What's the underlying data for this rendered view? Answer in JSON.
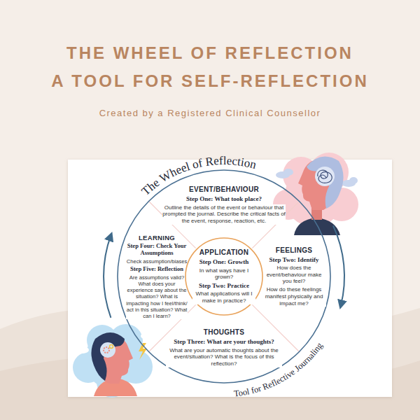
{
  "diagram": {
    "title": "THE WHEEL OF REFLECTION",
    "nodes": [
      {
        "text": [
          "The Wheel of Reflection",
          "Tool for Reflective Journaling"
        ]
      },
      {
        "text": [
          "EVENT/BEHAVIOUR",
          "Step One: What took place?",
          "Outline the details of the event or behaviour that prompted the journal. Describe the critical facts of the event, response, reaction, etc."
        ],
        "in": 0
      },
      {
        "text": [
          "FEELINGS",
          "Step Two: Identify",
          "How does the event/behaviour make you feel?",
          "How do these feelings manifest physically and impact me?"
        ],
        "in": 0
      },
      {
        "text": [
          "THOUGHTS",
          "Step Three: What are your thoughts?",
          "What are your automatic thoughts about the event/situation? What is the focus of this reflection?"
        ],
        "in": 0
      },
      {
        "text": [
          "LEARNING",
          "Step Four: Check Your Assumptions",
          "Check assumption/biases",
          "Step Five: Reflection",
          "Are assumptions valid? What does your experience say about the situation? What is impacting how I feel/think/ act in this situation? What can I learn?"
        ],
        "in": 0
      },
      {
        "text": [
          "APPLICATION",
          "Step One: Growth",
          "In what ways have I grown?",
          "Step Two: Practice",
          "What applications will I make in practice?"
        ],
        "in": 0
      }
    ],
    "labels": [
      "A TOOL FOR SELF-REFLECTION",
      "Created by a Registered Clinical Counsellor"
    ]
  }
}
